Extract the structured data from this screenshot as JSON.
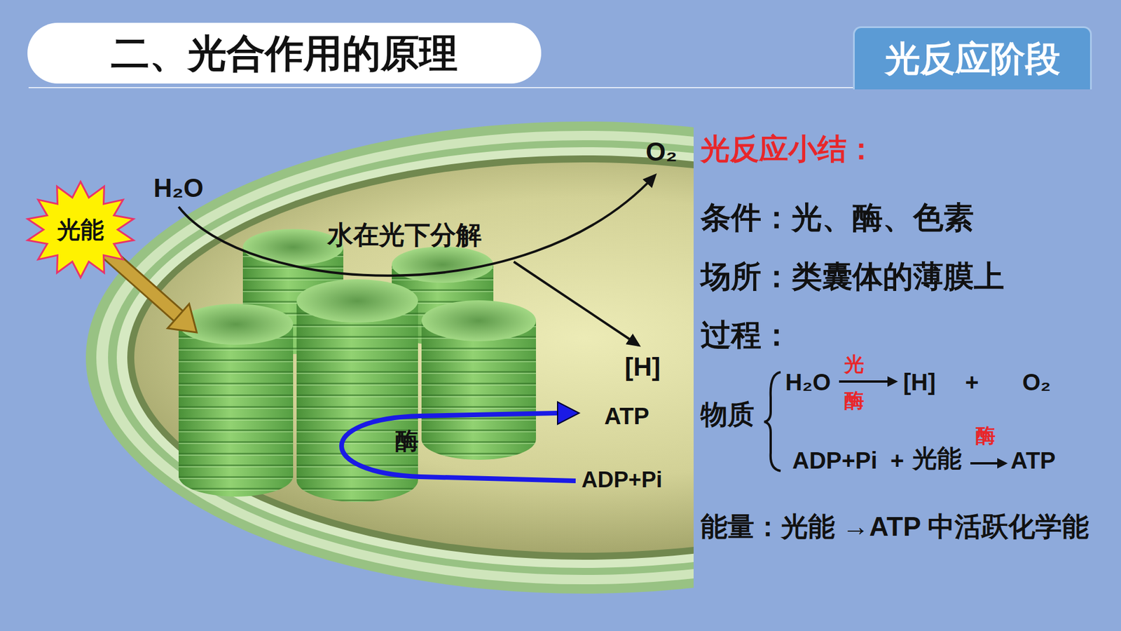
{
  "diagram": {
    "title": "二、光合作用的原理",
    "nodes": [
      {
        "text": [
          "光反应阶段"
        ]
      },
      {
        "text": [
          "光能"
        ]
      }
    ],
    "labels": [
      "H₂O",
      "O₂",
      "水在光下分解",
      "[H]",
      "ATP",
      "酶",
      "ADP+Pi",
      "光反应小结：",
      "条件：光、酶、色素",
      "场所：类囊体的薄膜上",
      "过程：",
      "物质",
      "H₂O",
      "光",
      "酶",
      "[H]",
      "+",
      "O₂",
      "ADP+Pi",
      "+",
      "光能",
      "酶",
      "ATP",
      "能量：光能 →ATP 中活跃化学能"
    ]
  }
}
